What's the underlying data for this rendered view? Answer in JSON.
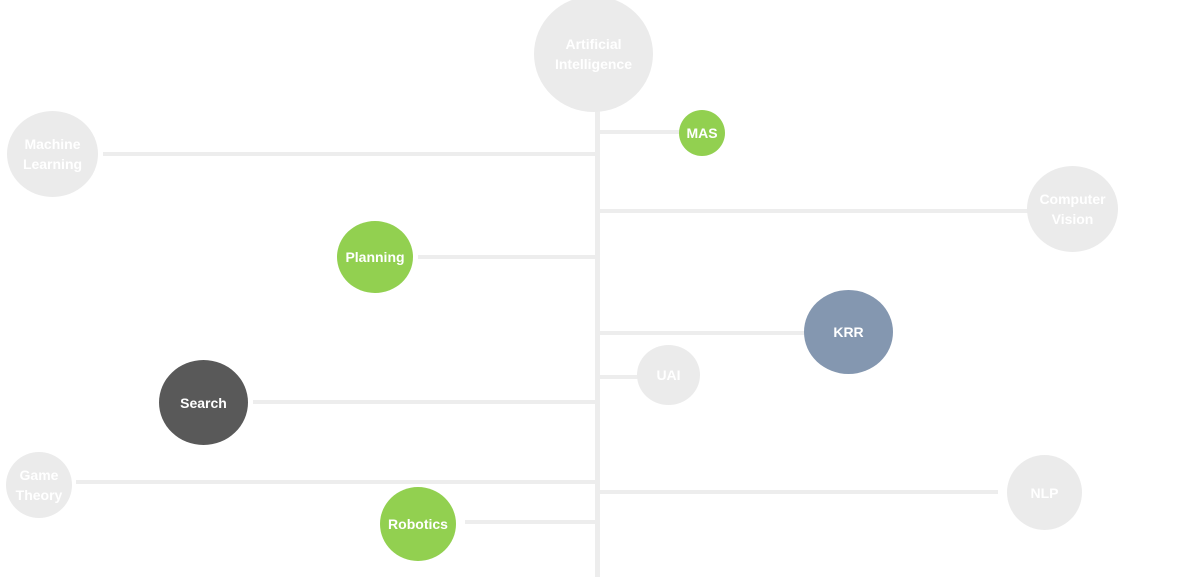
{
  "colors": {
    "inactive": "#ebebeb",
    "green": "#92d050",
    "blue": "#8497b0",
    "dark": "#595959",
    "connector": "#ededed"
  },
  "nodes": {
    "root": {
      "label": "Artificial\nIntelligence",
      "state": "inactive"
    },
    "mas": {
      "label": "MAS",
      "state": "green"
    },
    "machine_learning": {
      "label": "Machine\nLearning",
      "state": "inactive"
    },
    "computer_vision": {
      "label": "Computer\nVision",
      "state": "inactive"
    },
    "planning": {
      "label": "Planning",
      "state": "green"
    },
    "krr": {
      "label": "KRR",
      "state": "blue"
    },
    "uai": {
      "label": "UAI",
      "state": "inactive"
    },
    "search": {
      "label": "Search",
      "state": "dark"
    },
    "game_theory": {
      "label": "Game\nTheory",
      "state": "inactive"
    },
    "nlp": {
      "label": "NLP",
      "state": "inactive"
    },
    "robotics": {
      "label": "Robotics",
      "state": "green"
    }
  }
}
